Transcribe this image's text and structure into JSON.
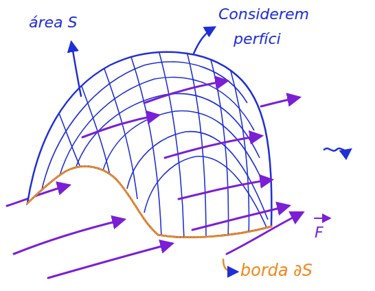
{
  "diagram": {
    "labels": [
      "área S",
      "Considerem",
      "perfíci",
      "F",
      "borda ∂S"
    ]
  }
}
